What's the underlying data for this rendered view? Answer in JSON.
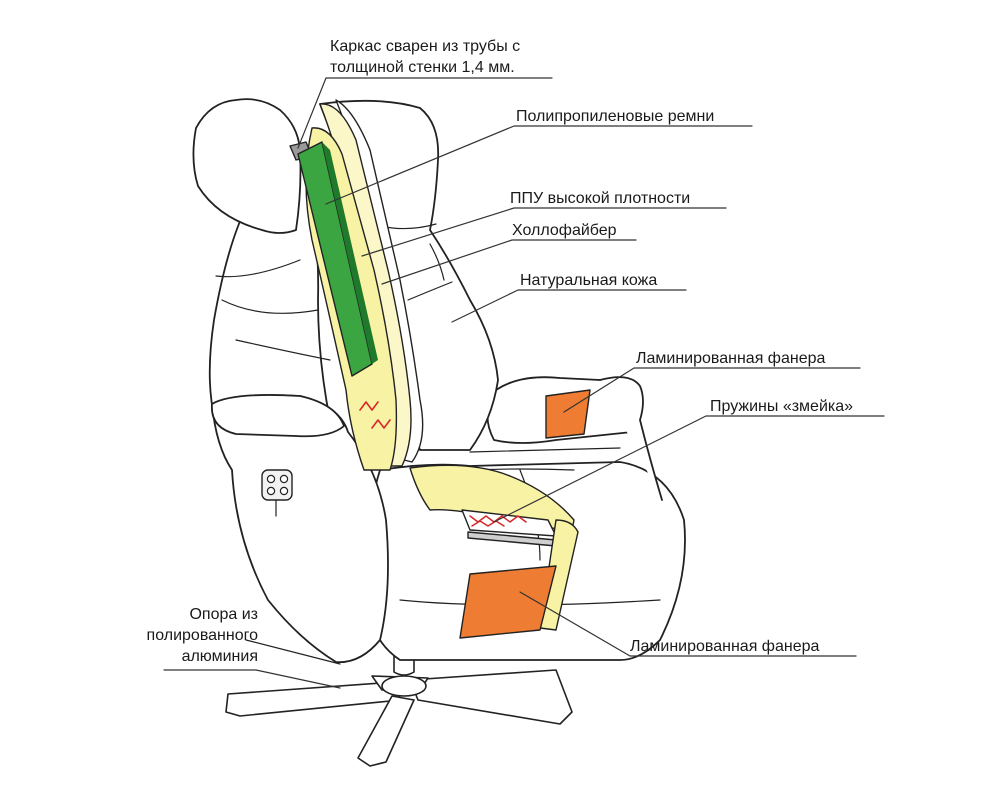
{
  "colors": {
    "line": "#222222",
    "leader": "#333333",
    "foam": "#f8f2a4",
    "belts": "#3aa541",
    "belts_dark": "#1f7a2b",
    "plywood": "#ee7d33",
    "spring": "#d62828",
    "frame_tube": "#9a9a9a",
    "button": "#f2f2f2"
  },
  "icons": {
    "control": "four-dot-remote-button"
  },
  "labels": {
    "frame": [
      "Каркас сварен из трубы с",
      "толщиной стенки 1,4 мм."
    ],
    "belts": "Полипропиленовые ремни",
    "foam": "ППУ высокой плотности",
    "hollofiber": "Холлофайбер",
    "leather": "Натуральная кожа",
    "plywood_arm": "Ламинированная фанера",
    "springs": "Пружины «змейка»",
    "plywood_seat": "Ламинированная фанера",
    "base": [
      "Опора из",
      "полированного",
      "алюминия"
    ]
  }
}
